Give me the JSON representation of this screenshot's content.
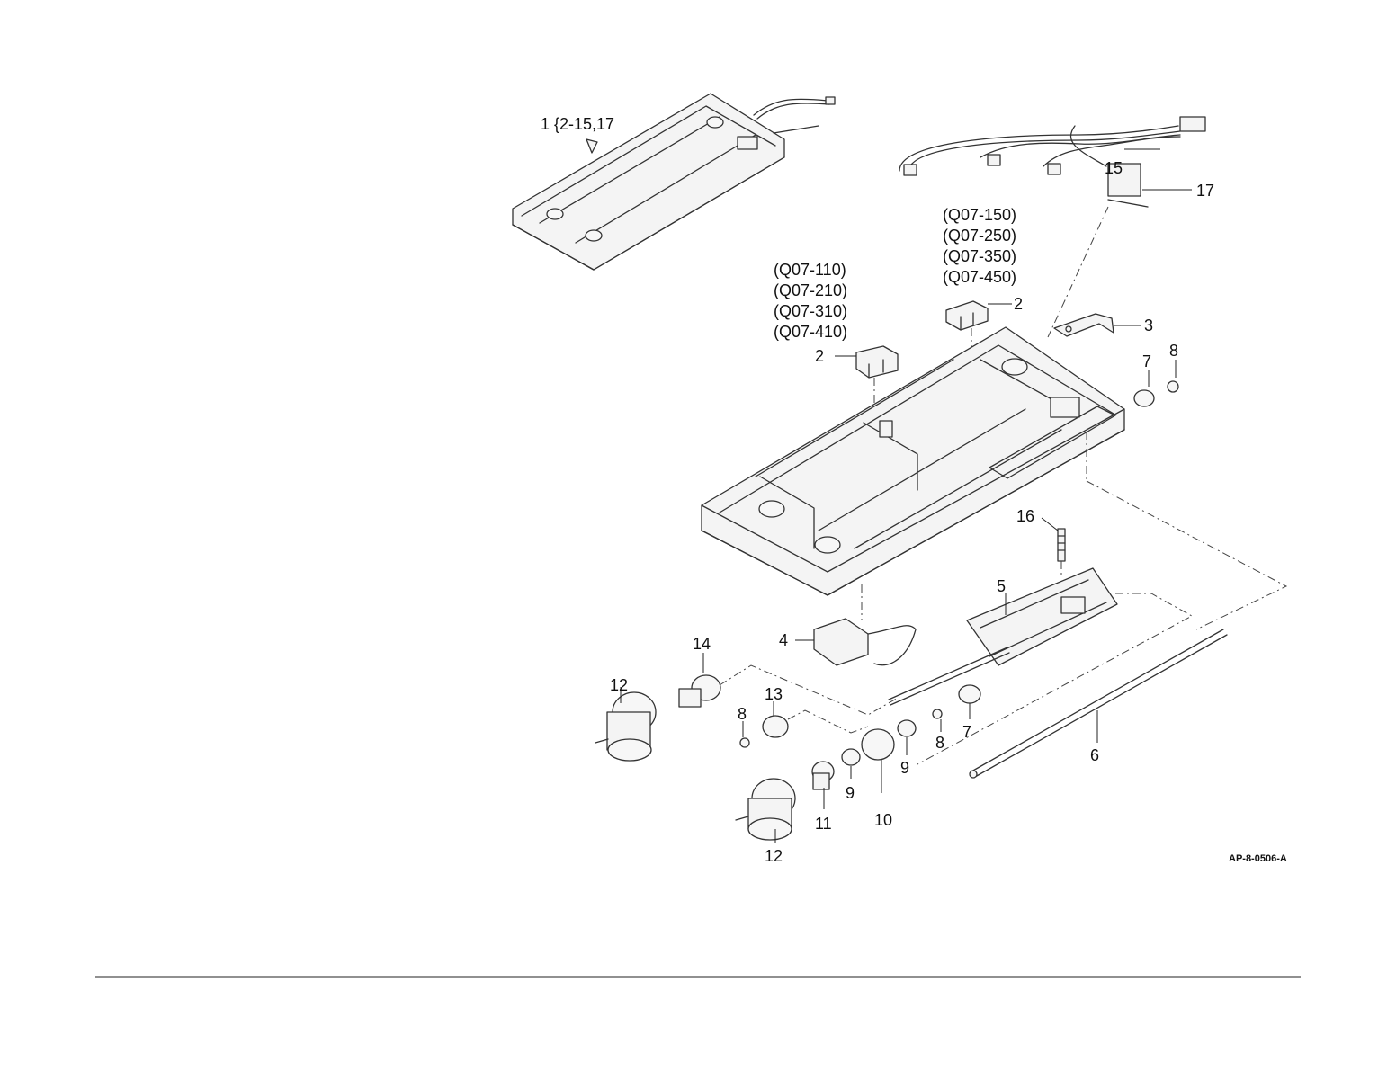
{
  "assembly": {
    "callout": "1 {2-15,17",
    "reference_id": "AP-8-0506-A"
  },
  "sensor_codes": {
    "left": [
      "(Q07-110)",
      "(Q07-210)",
      "(Q07-310)",
      "(Q07-410)"
    ],
    "right": [
      "(Q07-150)",
      "(Q07-250)",
      "(Q07-350)",
      "(Q07-450)"
    ]
  },
  "labels": {
    "p15": "15",
    "p17": "17",
    "p2_right": "2",
    "p3": "3",
    "p2_left": "2",
    "p7_top": "7",
    "p8_top": "8",
    "p16": "16",
    "p5": "5",
    "p4": "4",
    "p14": "14",
    "p12_upper": "12",
    "p13": "13",
    "p8_left": "8",
    "p8_mid": "8",
    "p7_mid": "7",
    "p9_right": "9",
    "p6": "6",
    "p9_left": "9",
    "p10": "10",
    "p11": "11",
    "p12_lower": "12"
  }
}
